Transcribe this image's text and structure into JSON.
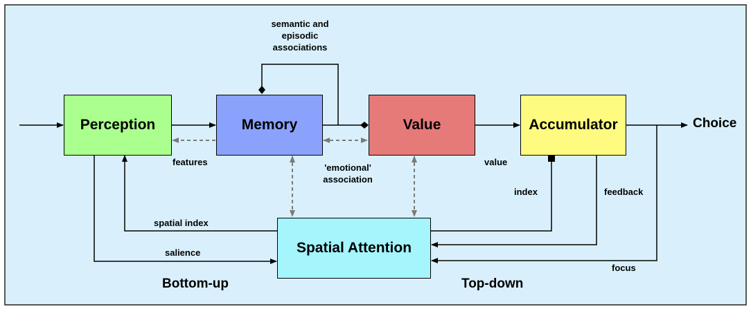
{
  "colors": {
    "background": "#d9f0fc",
    "perception": "#aaff8e",
    "memory": "#8aa2fb",
    "value": "#e67a78",
    "accumulator": "#fffb80",
    "spatial_attention": "#a4f5fc",
    "dashed_arrow": "#7a7a7a"
  },
  "nodes": {
    "perception": "Perception",
    "memory": "Memory",
    "value": "Value",
    "accumulator": "Accumulator",
    "spatial_attention": "Spatial Attention"
  },
  "labels": {
    "choice": "Choice",
    "semantic_line1": "semantic and",
    "semantic_line2": "episodic",
    "semantic_line3": "associations",
    "features": "features",
    "emotional_line1": "'emotional'",
    "emotional_line2": "association",
    "value": "value",
    "index": "index",
    "feedback": "feedback",
    "spatial_index": "spatial index",
    "salience": "salience",
    "focus": "focus",
    "bottom_up": "Bottom-up",
    "top_down": "Top-down"
  }
}
